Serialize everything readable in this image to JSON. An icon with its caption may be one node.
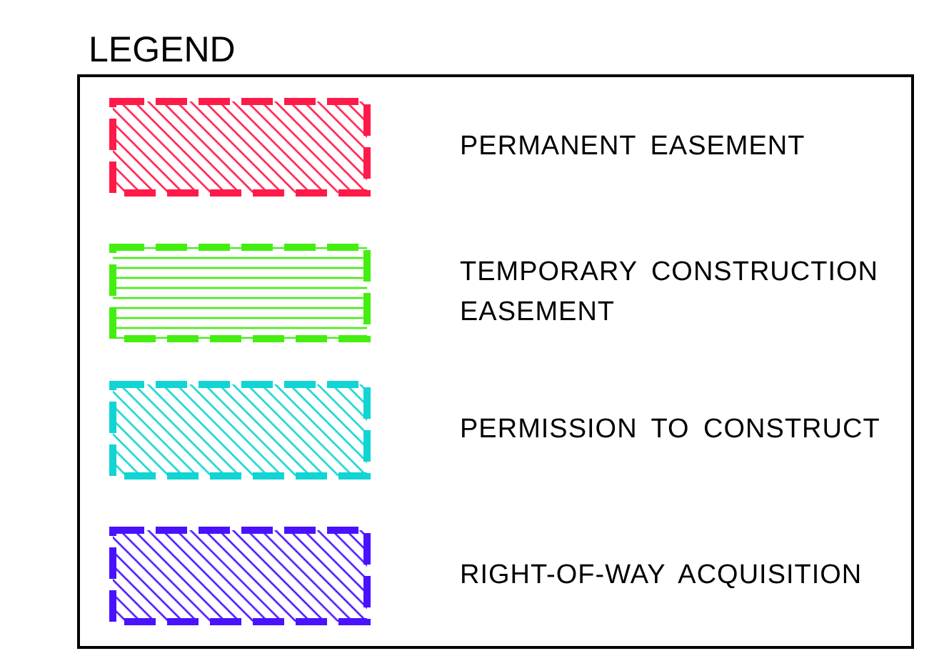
{
  "diagram": {
    "title": "LEGEND",
    "legend": [
      {
        "text": "PERMANENT EASEMENT",
        "color": "#ff1a4a"
      },
      {
        "text": "TEMPORARY CONSTRUCTION EASEMENT",
        "color": "#44ee11"
      },
      {
        "text": "PERMISSION TO CONSTRUCT",
        "color": "#11d4d4"
      },
      {
        "text": "RIGHT-OF-WAY ACQUISITION",
        "color": "#4a11ff"
      }
    ]
  }
}
